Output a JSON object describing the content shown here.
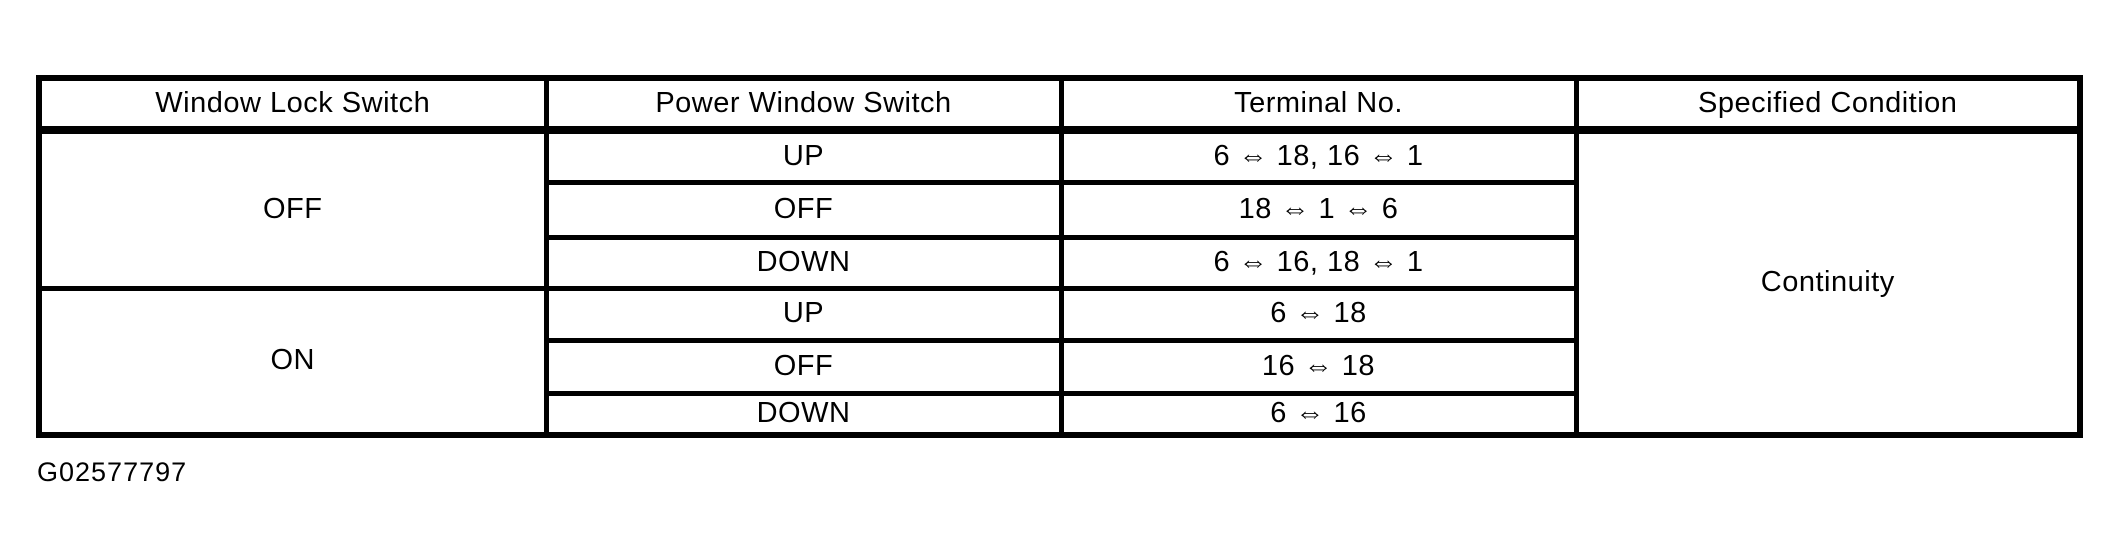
{
  "page": {
    "background": "#ffffff",
    "ink": "#000000"
  },
  "table": {
    "headers": [
      "Window Lock Switch",
      "Power Window Switch",
      "Terminal No.",
      "Specified Condition"
    ],
    "groups": [
      {
        "lock_switch": "OFF",
        "rows": [
          {
            "power_switch": "UP",
            "terminals": "6 ⇔ 18, 16 ⇔ 1"
          },
          {
            "power_switch": "OFF",
            "terminals": "18 ⇔ 1 ⇔ 6"
          },
          {
            "power_switch": "DOWN",
            "terminals": "6 ⇔ 16, 18 ⇔ 1"
          }
        ]
      },
      {
        "lock_switch": "ON",
        "rows": [
          {
            "power_switch": "UP",
            "terminals": "6 ⇔ 18"
          },
          {
            "power_switch": "OFF",
            "terminals": "16 ⇔ 18"
          },
          {
            "power_switch": "DOWN",
            "terminals": "6 ⇔ 16"
          }
        ]
      }
    ],
    "specified_condition": "Continuity"
  },
  "figure_id": "G02577797"
}
